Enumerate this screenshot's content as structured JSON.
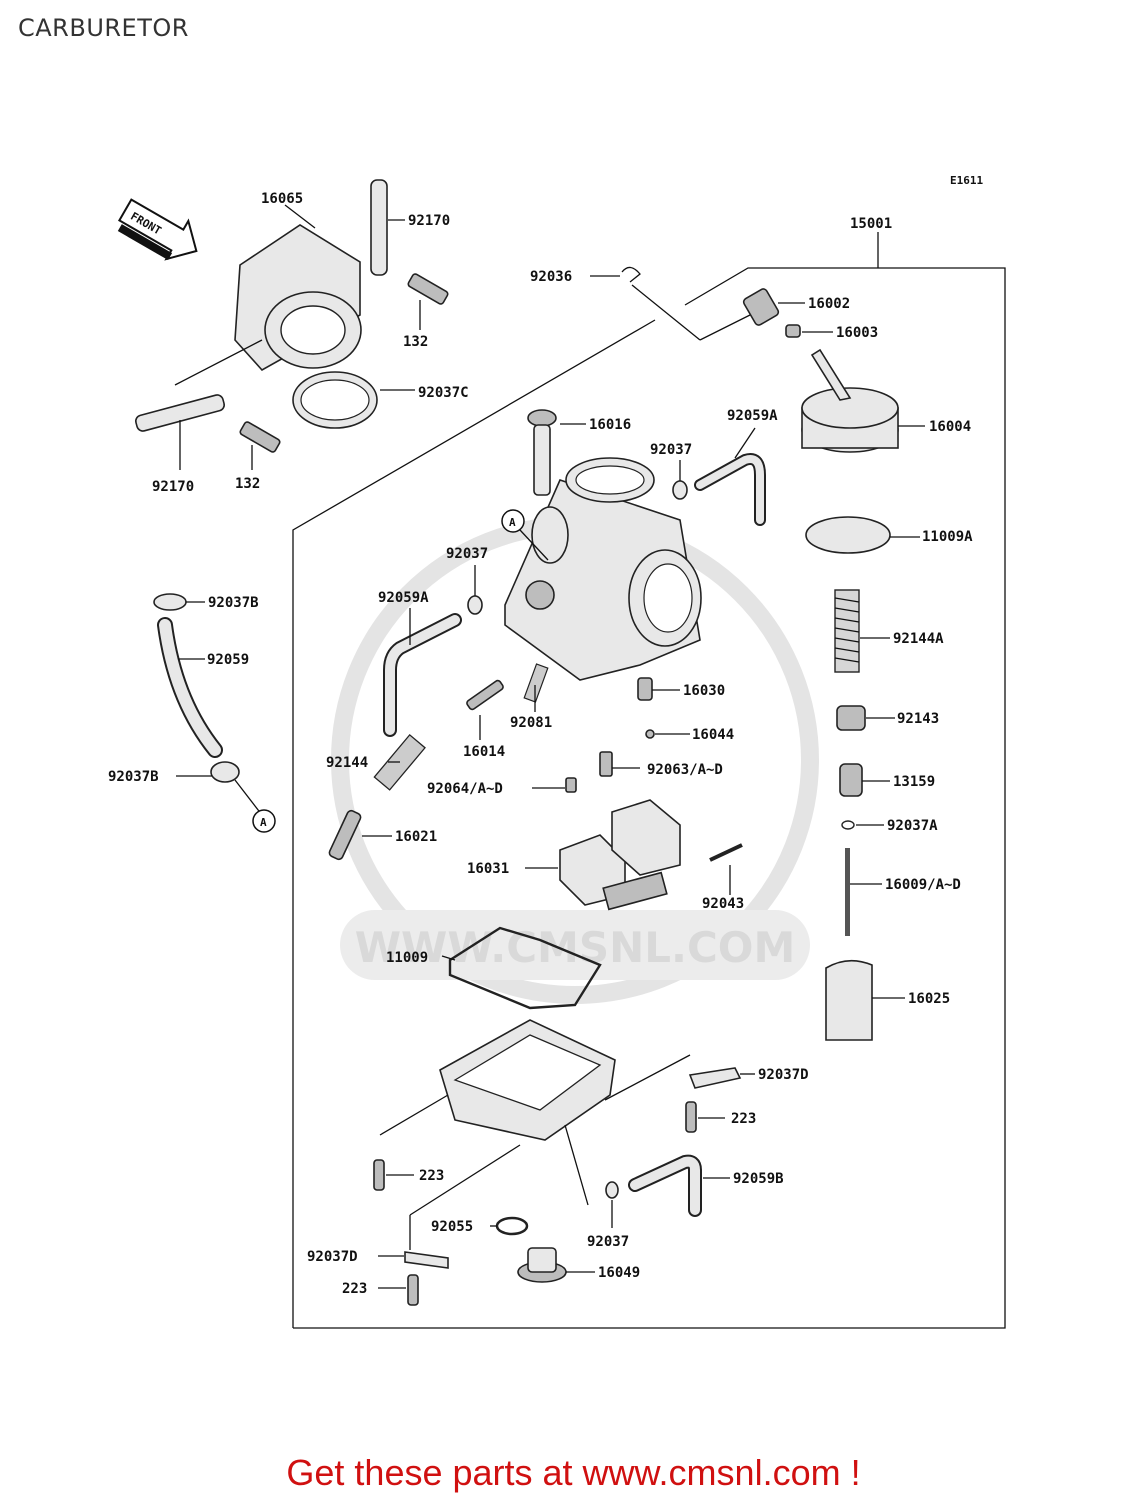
{
  "page": {
    "title": "CARBURETOR",
    "diagram_code": "E1611",
    "front_label": "FRONT",
    "ref_marker": "A",
    "watermark": "WWW.CMSNL.COM",
    "footer": "Get these parts at www.cmsnl.com !"
  },
  "parts": [
    {
      "num": "16065"
    },
    {
      "num": "92170"
    },
    {
      "num": "132"
    },
    {
      "num": "92037C"
    },
    {
      "num": "92170"
    },
    {
      "num": "132"
    },
    {
      "num": "15001"
    },
    {
      "num": "92036"
    },
    {
      "num": "16002"
    },
    {
      "num": "16003"
    },
    {
      "num": "16004"
    },
    {
      "num": "16016"
    },
    {
      "num": "92059A"
    },
    {
      "num": "92037"
    },
    {
      "num": "11009A"
    },
    {
      "num": "92037"
    },
    {
      "num": "92037B"
    },
    {
      "num": "92059A"
    },
    {
      "num": "92059"
    },
    {
      "num": "92144A"
    },
    {
      "num": "16030"
    },
    {
      "num": "92143"
    },
    {
      "num": "92081"
    },
    {
      "num": "16014"
    },
    {
      "num": "16044"
    },
    {
      "num": "92144"
    },
    {
      "num": "92063/A~D"
    },
    {
      "num": "13159"
    },
    {
      "num": "92037B"
    },
    {
      "num": "92064/A~D"
    },
    {
      "num": "92037A"
    },
    {
      "num": "16021"
    },
    {
      "num": "16031"
    },
    {
      "num": "16009/A~D"
    },
    {
      "num": "92043"
    },
    {
      "num": "11009"
    },
    {
      "num": "16025"
    },
    {
      "num": "92037D"
    },
    {
      "num": "223"
    },
    {
      "num": "223"
    },
    {
      "num": "92059B"
    },
    {
      "num": "92055"
    },
    {
      "num": "92037"
    },
    {
      "num": "92037D"
    },
    {
      "num": "16049"
    },
    {
      "num": "223"
    }
  ]
}
